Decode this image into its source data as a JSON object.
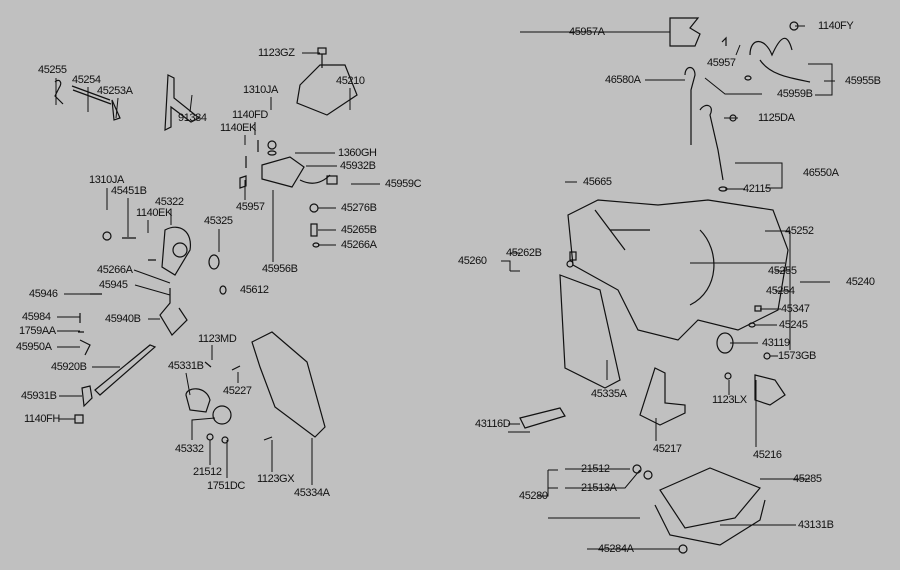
{
  "labels": {
    "l45255": "45255",
    "l45254": "45254",
    "l45253A": "45253A",
    "l91384": "91384",
    "l1123GZ": "1123GZ",
    "l45210": "45210",
    "l1310JA_a": "1310JA",
    "l1140FD": "1140FD",
    "l1140EK_a": "1140EK",
    "l1360GH": "1360GH",
    "l45932B": "45932B",
    "l45959C": "45959C",
    "l45957_a": "45957",
    "l45276B": "45276B",
    "l45265B": "45265B",
    "l45266A_a": "45266A",
    "l45956B": "45956B",
    "l1310JA_b": "1310JA",
    "l45451B": "45451B",
    "l1140EK_b": "1140EK",
    "l45322": "45322",
    "l45325": "45325",
    "l45266A_b": "45266A",
    "l45945": "45945",
    "l45946": "45946",
    "l45612": "45612",
    "l45984": "45984",
    "l1759AA": "1759AA",
    "l45950A": "45950A",
    "l45940B": "45940B",
    "l45920B": "45920B",
    "l45931B": "45931B",
    "l1140FH": "1140FH",
    "l1123MD": "1123MD",
    "l45331B": "45331B",
    "l45227": "45227",
    "l45332": "45332",
    "l21512_a": "21512",
    "l1751DC": "1751DC",
    "l1123GX": "1123GX",
    "l45334A": "45334A",
    "l45957A": "45957A",
    "l1140FY": "1140FY",
    "l45957_b": "45957",
    "l46580A": "46580A",
    "l45955B": "45955B",
    "l45959B": "45959B",
    "l1125DA": "1125DA",
    "l46550A": "46550A",
    "l42115": "42115",
    "l45665": "45665",
    "l45252": "45252",
    "l45262B": "45262B",
    "l45260": "45260",
    "l45255_b": "45255",
    "l45240": "45240",
    "l45254_b": "45254",
    "l45347": "45347",
    "l45245": "45245",
    "l43119": "43119",
    "l1573GB": "1573GB",
    "l45335A": "45335A",
    "l1123LX": "1123LX",
    "l43116D": "43116D",
    "l45217": "45217",
    "l45216": "45216",
    "l21512_b": "21512",
    "l45285": "45285",
    "l21513A": "21513A",
    "l45280": "45280",
    "l43131B": "43131B",
    "l45284A": "45284A"
  }
}
